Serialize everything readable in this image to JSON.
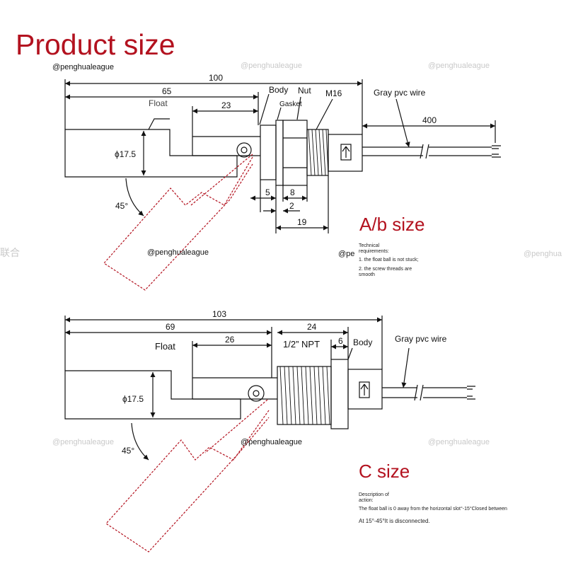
{
  "title": "Product size",
  "watermarks": {
    "top_left": "@penghualeague",
    "top_center": "@penghualeague",
    "top_right": "@penghualeague",
    "left_edge": "联合",
    "right_edge": "@penghua",
    "mid_diagram": "@penghualeague",
    "mid_partial": "@pe",
    "bottom_left": "@penghualeague",
    "bottom_center": "@penghualeague",
    "bottom_right": "@penghualeague"
  },
  "ab": {
    "heading": "A/b size",
    "labels": {
      "body": "Body",
      "nut": "Nut",
      "m16": "M16",
      "gasket": "Gasket",
      "float": "Float",
      "wire": "Gray pvc wire",
      "diameter": "ϕ17.5",
      "angle": "45°"
    },
    "dims": {
      "d100": "100",
      "d65": "65",
      "d23": "23",
      "d400": "400",
      "d5": "5",
      "d8": "8",
      "d2": "2",
      "d19": "19"
    },
    "note": {
      "title_1": "Technical",
      "title_2": "requirements:",
      "line_1": "1. the float ball is not stuck;",
      "line_2a": "2. the screw threads are",
      "line_2b": "smooth"
    }
  },
  "c": {
    "heading": "C size",
    "labels": {
      "float": "Float",
      "npt": "1/2”  NPT",
      "body": "Body",
      "wire": "Gray pvc wire",
      "diameter": "ϕ17.5",
      "angle": "45°"
    },
    "dims": {
      "d103": "103",
      "d69": "69",
      "d24": "24",
      "d26": "26",
      "d6": "6"
    },
    "note": {
      "title_1": "Description of",
      "title_2": "action:",
      "line_1": "The float ball is 0 away from the horizontal slot°-15°Closed between",
      "line_2": "At 15°-45°It is disconnected."
    }
  }
}
